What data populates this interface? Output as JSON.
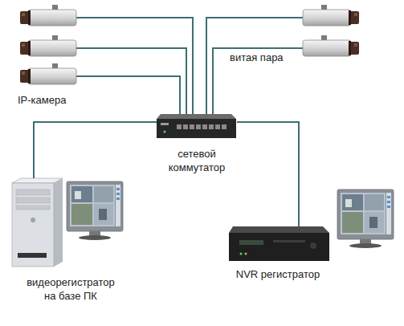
{
  "diagram": {
    "nodes": [
      {
        "text": [
          "сетевой коммутатор"
        ]
      },
      {
        "text": [
          "видеорегистратор на базе ПК"
        ]
      },
      {
        "text": [
          "NVR регистратор"
        ]
      }
    ],
    "edges": [
      {
        "from": 0,
        "to": 1,
        "arrow": "none"
      },
      {
        "from": 0,
        "to": 2,
        "arrow": "none"
      }
    ],
    "labels": [
      "IP-камера",
      "витая пара"
    ]
  }
}
